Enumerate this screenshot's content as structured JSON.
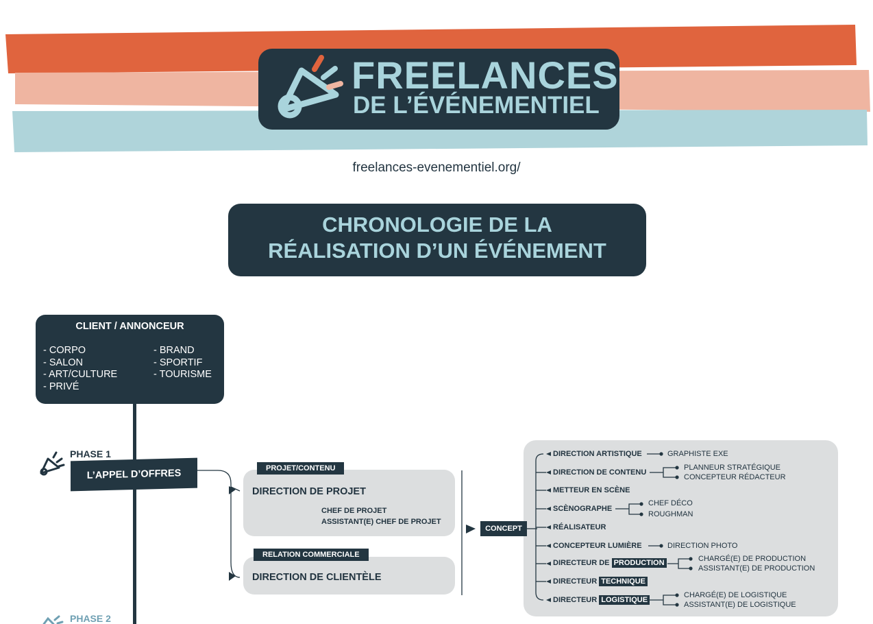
{
  "header": {
    "logo_line1": "FREELANCES",
    "logo_line2": "DE L’ÉVÉNEMENTIEL",
    "url": "freelances-evenementiel.org/",
    "colors": {
      "orange": "#e0643e",
      "peach": "#efb5a1",
      "blue": "#afd4da",
      "navy": "#233641",
      "logo_text": "#a9d4dc"
    }
  },
  "title": {
    "line1": "CHRONOLOGIE DE LA",
    "line2": "RÉALISATION D’UN ÉVÉNEMENT"
  },
  "client": {
    "title": "CLIENT / ANNONCEUR",
    "col1": [
      "- CORPO",
      "- SALON",
      "- ART/CULTURE",
      "- PRIVÉ"
    ],
    "col2": [
      "- BRAND",
      "- SPORTIF",
      "- TOURISME"
    ]
  },
  "phase1": {
    "label": "PHASE 1",
    "callout": "L’APPEL D’OFFRES",
    "icon": "megaphone-icon"
  },
  "phase2": {
    "label": "PHASE 2"
  },
  "projet": {
    "tag": "PROJET/CONTENU",
    "title": "DIRECTION DE PROJET",
    "items": [
      "CHEF DE PROJET",
      "ASSISTANT(E) CHEF DE PROJET"
    ]
  },
  "commercial": {
    "tag": "RELATION COMMERCIALE",
    "title": "DIRECTION DE CLIENTÈLE"
  },
  "concept": {
    "label": "CONCEPT",
    "roles": [
      {
        "label": "DIRECTION ARTISTIQUE",
        "subs": [
          "GRAPHISTE EXE"
        ]
      },
      {
        "label": "DIRECTION DE CONTENU",
        "subs": [
          "PLANNEUR STRATÉGIQUE",
          "CONCEPTEUR RÉDACTEUR"
        ]
      },
      {
        "label": "METTEUR EN SCÈNE",
        "subs": []
      },
      {
        "label": "SCÈNOGRAPHE",
        "subs": [
          "CHEF DÉCO",
          "ROUGHMAN"
        ]
      },
      {
        "label": "RÉALISATEUR",
        "subs": []
      },
      {
        "label": "CONCEPTEUR LUMIÈRE",
        "subs": [
          "DIRECTION PHOTO"
        ]
      },
      {
        "label": "DIRECTEUR DE",
        "highlight": "PRODUCTION",
        "subs": [
          "CHARGÉ(E) DE PRODUCTION",
          "ASSISTANT(E) DE PRODUCTION"
        ]
      },
      {
        "label": "DIRECTEUR",
        "highlight": "TECHNIQUE",
        "subs": []
      },
      {
        "label": "DIRECTEUR",
        "highlight": "LOGISTIQUE",
        "subs": [
          "CHARGÉ(E) DE LOGISTIQUE",
          "ASSISTANT(E) DE LOGISTIQUE"
        ]
      }
    ]
  }
}
